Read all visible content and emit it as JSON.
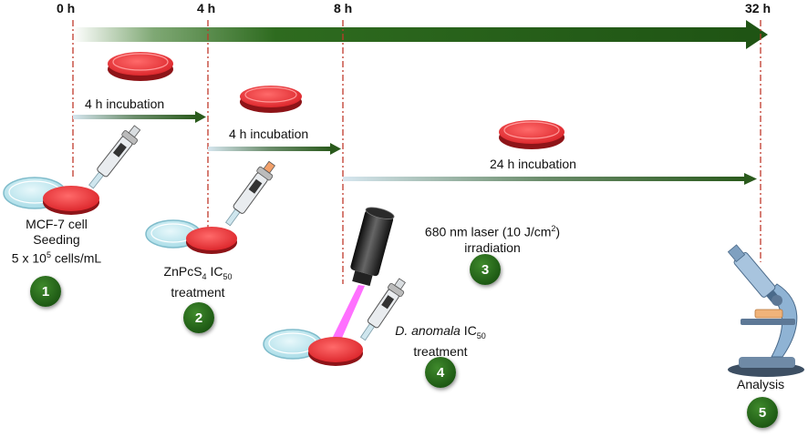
{
  "timeline": {
    "ticks": [
      "0 h",
      "4 h",
      "8 h",
      "32 h"
    ]
  },
  "incubations": [
    {
      "label": "4 h incubation"
    },
    {
      "label": "4 h incubation"
    },
    {
      "label": "24 h incubation"
    }
  ],
  "steps": {
    "seeding": {
      "line1": "MCF-7 cell",
      "line2": "Seeding",
      "line3_pre": "5 x 10",
      "line3_sup": "5",
      "line3_post": " cells/mL",
      "badge": "1"
    },
    "znpcs": {
      "pre": "ZnPcS",
      "sub1": "4",
      "mid": " IC",
      "sub2": "50",
      "line2": "treatment",
      "badge": "2"
    },
    "laser": {
      "line1_pre": "680 nm laser (10 J/cm",
      "line1_sup": "2",
      "line1_post": ")",
      "line2": "irradiation",
      "badge": "3"
    },
    "anomala": {
      "italic": "D. anomala",
      "mid": " IC",
      "sub": "50",
      "line2": "treatment",
      "badge": "4"
    },
    "analysis": {
      "label": "Analysis",
      "badge": "5"
    }
  },
  "colors": {
    "arrow_green": "#2e6b1f",
    "dish_red": "#e8383c",
    "dish_lid": "#bfe6ee",
    "guide_line": "#c0392b",
    "laser_beam": "#ff40ff"
  },
  "icons": [
    "petri-dish-icon",
    "pipette-icon",
    "laser-icon",
    "microscope-icon"
  ]
}
